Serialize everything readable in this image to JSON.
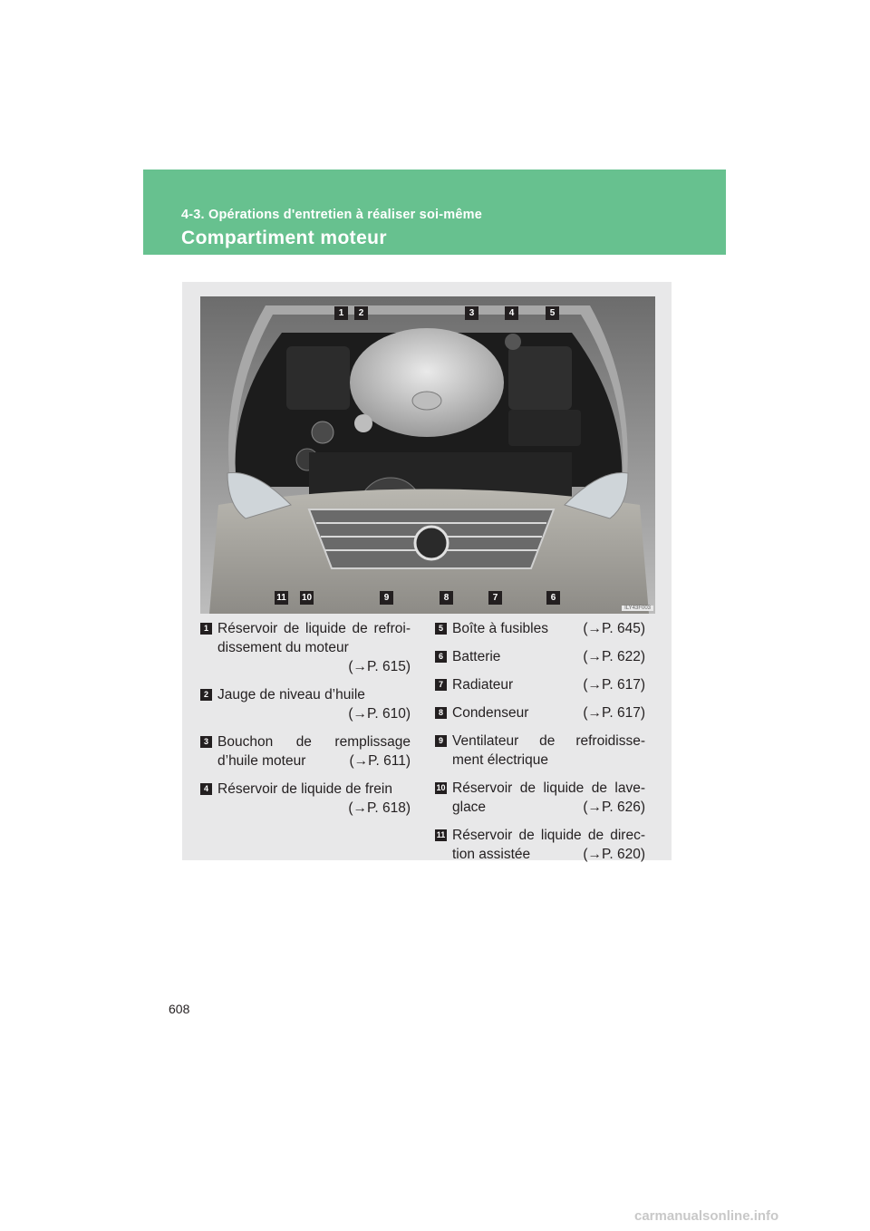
{
  "header": {
    "section": "4-3. Opérations d'entretien à réaliser soi-même",
    "title": "Compartiment moteur",
    "color": "#67c18f"
  },
  "figure": {
    "code": "ILY43F003",
    "callouts_top": [
      "1",
      "2",
      "3",
      "4",
      "5"
    ],
    "callouts_bottom": [
      "11",
      "10",
      "9",
      "8",
      "7",
      "6"
    ]
  },
  "legend": {
    "left": [
      {
        "num": "1",
        "line1": "Réservoir de liquide de refroi-",
        "line2": "dissement du moteur",
        "ref": "(→P. 615)"
      },
      {
        "num": "2",
        "line1": "Jauge de niveau d’huile",
        "ref": "(→P. 610)"
      },
      {
        "num": "3",
        "line1": "Bouchon de remplissage",
        "line2": "d’huile moteur",
        "ref": "(→P. 611)"
      },
      {
        "num": "4",
        "line1": "Réservoir de liquide de frein",
        "ref": "(→P. 618)"
      }
    ],
    "right": [
      {
        "num": "5",
        "label": "Boîte à fusibles",
        "ref": "(→P. 645)"
      },
      {
        "num": "6",
        "label": "Batterie",
        "ref": "(→P. 622)"
      },
      {
        "num": "7",
        "label": "Radiateur",
        "ref": "(→P. 617)"
      },
      {
        "num": "8",
        "label": "Condenseur",
        "ref": "(→P. 617)"
      },
      {
        "num": "9",
        "line1": "Ventilateur de refroidisse-",
        "line2": "ment électrique"
      },
      {
        "num": "10",
        "line1": "Réservoir de liquide de lave-",
        "line2": "glace",
        "ref": "(→P. 626)"
      },
      {
        "num": "11",
        "line1": "Réservoir de liquide de direc-",
        "line2": "tion assistée",
        "ref": "(→P. 620)"
      }
    ]
  },
  "page_number": "608",
  "watermark": "carmanualsonline.info"
}
